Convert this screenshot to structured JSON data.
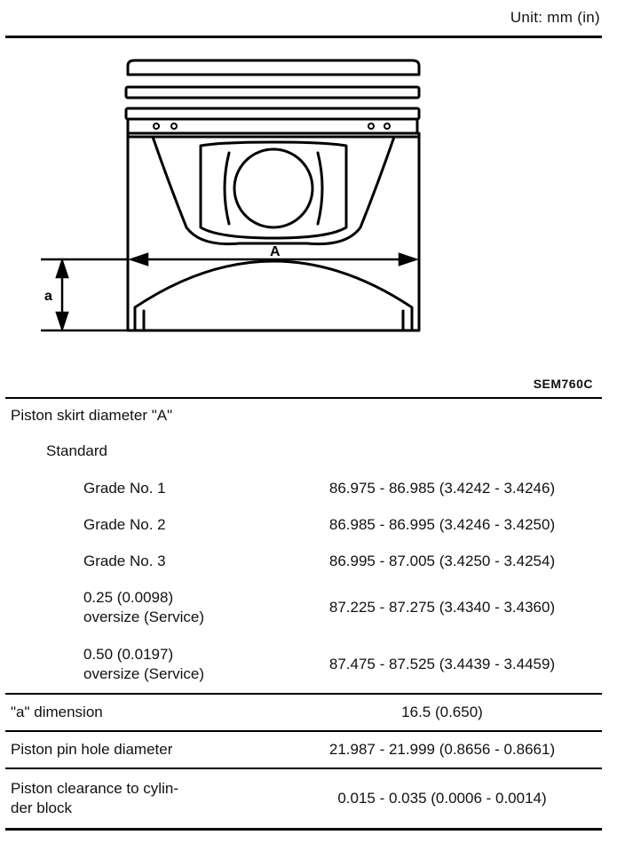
{
  "header": {
    "unit_label": "Unit: mm (in)"
  },
  "figure": {
    "dimension_A_label": "A",
    "dimension_a_label": "a",
    "figure_code": "SEM760C"
  },
  "table": {
    "skirt": {
      "label": "Piston skirt diameter \"A\"",
      "standard_label": "Standard",
      "grades": [
        {
          "label": "Grade No. 1",
          "value": "86.975 - 86.985 (3.4242 - 3.4246)"
        },
        {
          "label": "Grade No. 2",
          "value": "86.985 - 86.995 (3.4246 - 3.4250)"
        },
        {
          "label": "Grade No. 3",
          "value": "86.995 - 87.005 (3.4250 - 3.4254)"
        }
      ],
      "oversizes": [
        {
          "label_line1": "0.25 (0.0098)",
          "label_line2": "oversize (Service)",
          "value": "87.225 - 87.275 (3.4340 - 3.4360)"
        },
        {
          "label_line1": "0.50 (0.0197)",
          "label_line2": "oversize (Service)",
          "value": "87.475 - 87.525 (3.4439 - 3.4459)"
        }
      ]
    },
    "a_dimension": {
      "label": "\"a\" dimension",
      "value": "16.5 (0.650)"
    },
    "pin_hole": {
      "label": "Piston pin hole diameter",
      "value": "21.987 - 21.999 (0.8656 - 0.8661)"
    },
    "clearance": {
      "label_line1": "Piston clearance to cylin-",
      "label_line2": "der block",
      "value": "0.015 - 0.035 (0.0006 - 0.0014)"
    }
  }
}
